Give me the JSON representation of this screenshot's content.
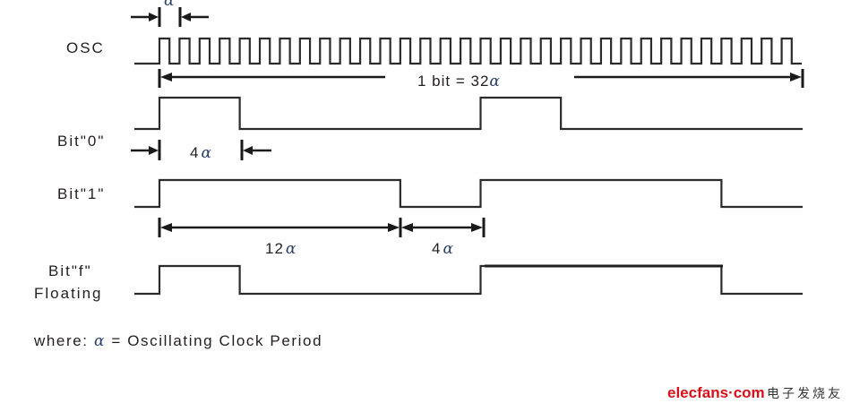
{
  "diagram": {
    "type": "timing-diagram",
    "alpha_symbol": "α",
    "signals": [
      {
        "id": "osc",
        "label": [
          "OSC"
        ],
        "kind": "clock",
        "periods": 32
      },
      {
        "id": "bit0",
        "label": [
          "Bit\"0\""
        ],
        "kind": "bit",
        "segments_alpha": [
          [
            0,
            4,
            1
          ],
          [
            4,
            16,
            0
          ],
          [
            16,
            20,
            1
          ],
          [
            20,
            32,
            0
          ]
        ]
      },
      {
        "id": "bit1",
        "label": [
          "Bit\"1\""
        ],
        "kind": "bit",
        "segments_alpha": [
          [
            0,
            12,
            1
          ],
          [
            12,
            16,
            0
          ],
          [
            16,
            28,
            1
          ],
          [
            28,
            32,
            0
          ]
        ]
      },
      {
        "id": "bitf",
        "label": [
          "Bit\"f\"",
          "Floating"
        ],
        "kind": "bit",
        "segments_alpha": [
          [
            0,
            4,
            1
          ],
          [
            4,
            16,
            0
          ],
          [
            16,
            28,
            1
          ],
          [
            28,
            32,
            0
          ]
        ]
      }
    ],
    "dimensions": {
      "alpha_period": {
        "text": "α",
        "from_alpha": 0,
        "to_alpha": 1
      },
      "bit_length": {
        "text_prefix": "1 bit = 32",
        "text_alpha": "α",
        "from_alpha": 0,
        "to_alpha": 32
      },
      "bit0_high": {
        "text_num": "4",
        "text_alpha": "α",
        "from_alpha": 0,
        "to_alpha": 4
      },
      "bit1_long": {
        "text_num": "12",
        "text_alpha": "α",
        "from_alpha": 0,
        "to_alpha": 12
      },
      "bit1_short": {
        "text_num": "4",
        "text_alpha": "α",
        "from_alpha": 12,
        "to_alpha": 16
      }
    },
    "legend": {
      "prefix": "where: ",
      "alpha": "α",
      "suffix": " = Oscillating Clock Period"
    }
  },
  "watermark": {
    "logo": "elecfans·com",
    "chinese": "电子发烧友"
  }
}
